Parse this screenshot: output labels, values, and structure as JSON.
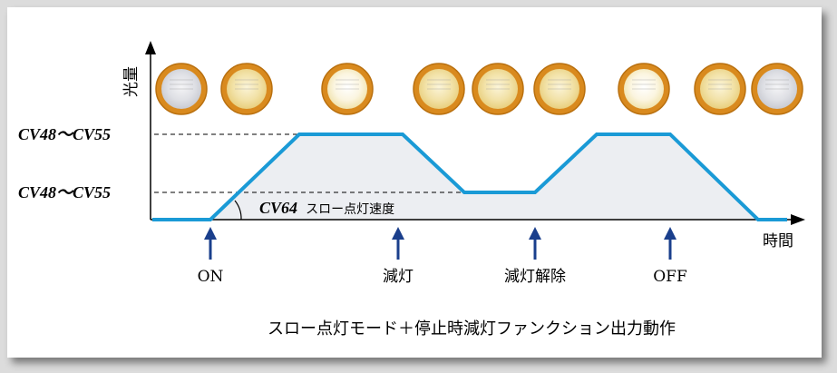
{
  "chart_data": {
    "type": "line",
    "title": "",
    "xlabel": "時間",
    "ylabel": "光量",
    "y_levels": [
      {
        "name": "low",
        "label": "CV48～CV55"
      },
      {
        "name": "high",
        "label": "CV48～CV55"
      }
    ],
    "line_color": "#1a9ad6",
    "fill_color": "#eceef2",
    "rate_annotation": {
      "cv": "CV64",
      "text": "スロー点灯速度"
    },
    "events": [
      {
        "label": "ON"
      },
      {
        "label": "減灯"
      },
      {
        "label": "減灯解除"
      },
      {
        "label": "OFF"
      }
    ],
    "lamps": [
      {
        "state": "off"
      },
      {
        "state": "dim"
      },
      {
        "state": "bright"
      },
      {
        "state": "dim"
      },
      {
        "state": "dim"
      },
      {
        "state": "dim"
      },
      {
        "state": "bright"
      },
      {
        "state": "dim"
      },
      {
        "state": "off"
      }
    ]
  },
  "caption": "スロー点灯モード＋停止時減灯ファンクション出力動作"
}
